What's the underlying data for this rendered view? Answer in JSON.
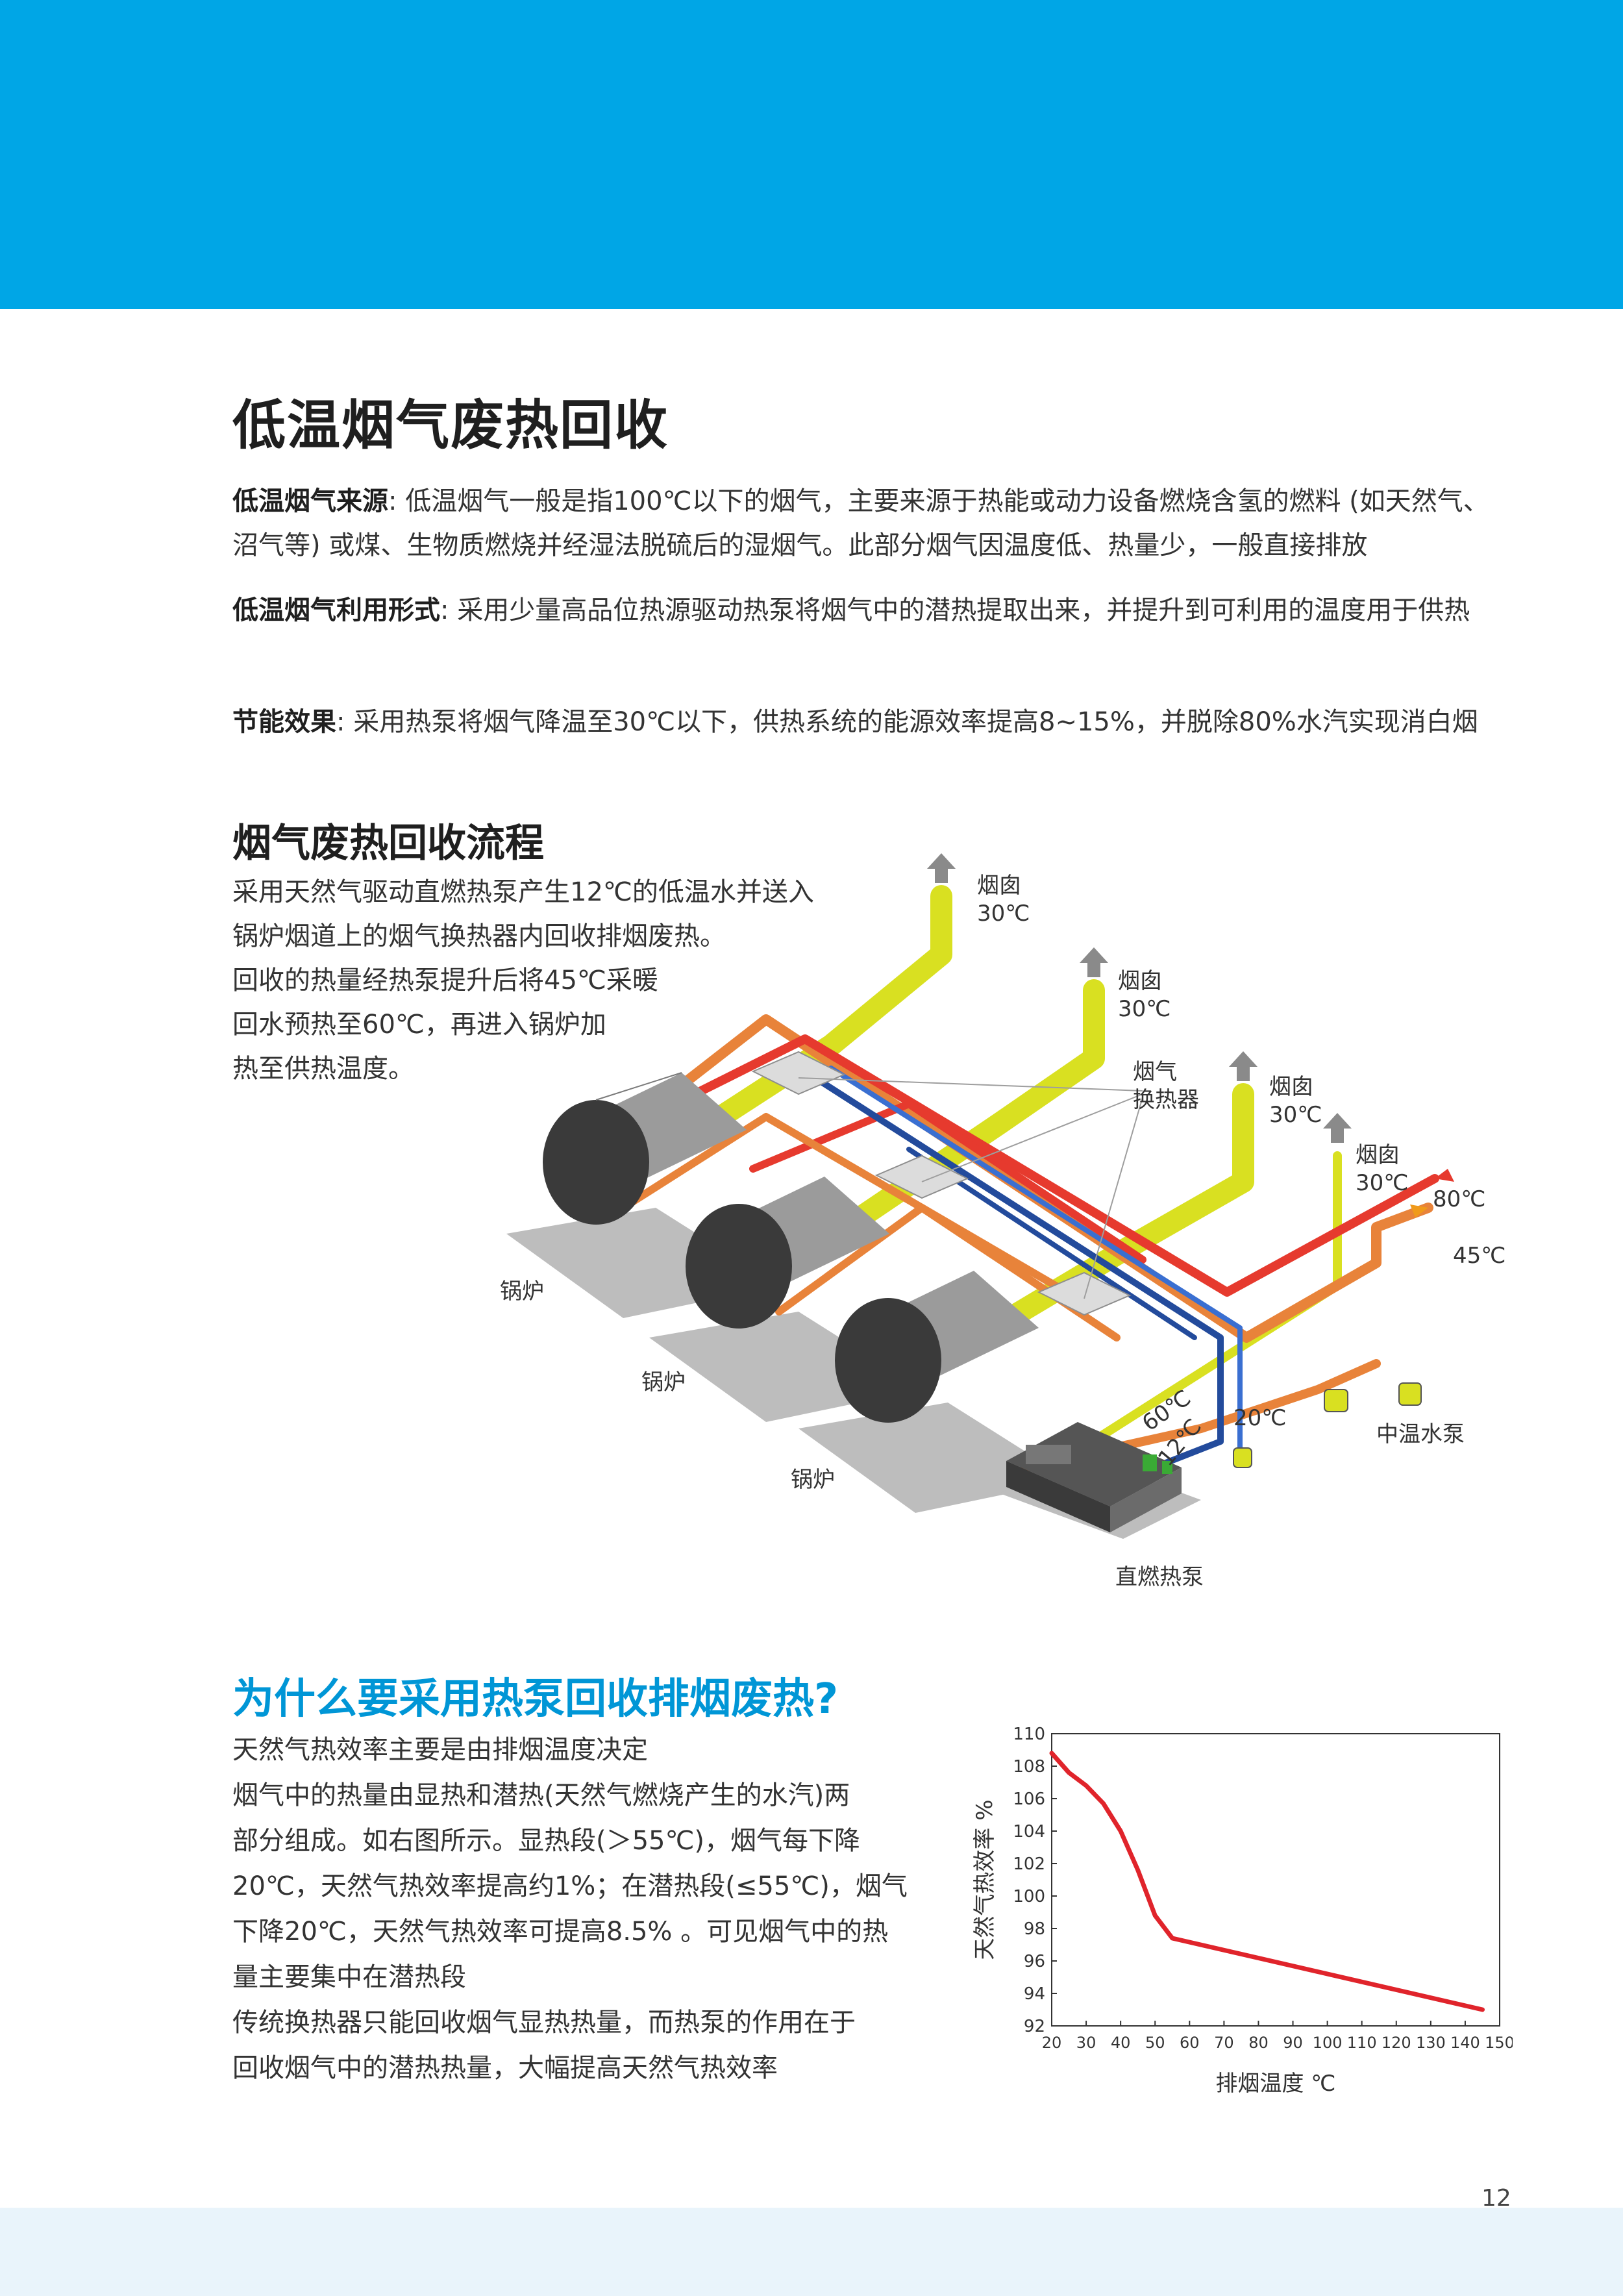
{
  "page_title": "低温烟气废热回收",
  "paragraphs": [
    {
      "label": "低温烟气来源",
      "text": ": 低温烟气一般是指100℃以下的烟气，主要来源于热能或动力设备燃烧含氢的燃料 (如天然气、沼气等) 或煤、生物质燃烧并经湿法脱硫后的湿烟气。此部分烟气因温度低、热量少，一般直接排放"
    },
    {
      "label": "低温烟气利用形式",
      "text": ": 采用少量高品位热源驱动热泵将烟气中的潜热提取出来，并提升到可利用的温度用于供热"
    },
    {
      "label": "节能效果",
      "text": ": 采用热泵将烟气降温至30℃以下，供热系统的能源效率提高8~15%，并脱除80%水汽实现消白烟"
    }
  ],
  "section2": {
    "title": "烟气废热回收流程",
    "intro_lines": [
      "采用天然气驱动直燃热泵产生12℃的低温水并送入",
      "锅炉烟道上的烟气换热器内回收排烟废热。",
      "回收的热量经热泵提升后将45℃采暖",
      "回水预热至60℃，再进入锅炉加",
      "热至供热温度。"
    ]
  },
  "diagram_labels": {
    "chimney_name": "烟囱",
    "chimney_temp": "30℃",
    "exchanger_line1": "烟气",
    "exchanger_line2": "换热器",
    "boiler": "锅炉",
    "supply_temp": "80℃",
    "return_temp": "45℃",
    "pump": "中温水泵",
    "heat_pump": "直燃热泵",
    "temp_60": "60℃",
    "temp_12": "12℃",
    "temp_20": "20℃"
  },
  "section3": {
    "title": "为什么要采用热泵回收排烟废热?",
    "lines": [
      "天然气热效率主要是由排烟温度决定",
      "烟气中的热量由显热和潜热(天然气燃烧产生的水汽)两",
      "部分组成。如右图所示。显热段(＞55℃)，烟气每下降",
      "20℃，天然气热效率提高约1%；在潜热段(≤55℃)，烟气",
      "下降20℃，天然气热效率可提高8.5% 。可见烟气中的热",
      "量主要集中在潜热段",
      "传统换热器只能回收烟气显热热量，而热泵的作用在于",
      "回收烟气中的潜热热量，大幅提高天然气热效率"
    ]
  },
  "chart_data": {
    "type": "line",
    "xlabel": "排烟温度 ℃",
    "ylabel": "天然气热效率 %",
    "xlim": [
      20,
      150
    ],
    "ylim": [
      92,
      110
    ],
    "x_ticks": [
      20,
      30,
      40,
      50,
      60,
      70,
      80,
      90,
      100,
      110,
      120,
      130,
      140,
      150
    ],
    "y_ticks": [
      92,
      94,
      96,
      98,
      100,
      102,
      104,
      106,
      108,
      110
    ],
    "series": [
      {
        "x": [
          20,
          25,
          30,
          35,
          40,
          45,
          50,
          55,
          145
        ],
        "y": [
          108.8,
          107.6,
          106.8,
          105.7,
          104.0,
          101.6,
          98.8,
          97.4,
          93.0
        ],
        "color": "#e0242b"
      }
    ],
    "grid": false
  },
  "page_number": "12",
  "colors": {
    "banner": "#00a6e6",
    "accent_title": "#0096d6",
    "footer": "#e9f4fb",
    "curve": "#e0242b"
  }
}
